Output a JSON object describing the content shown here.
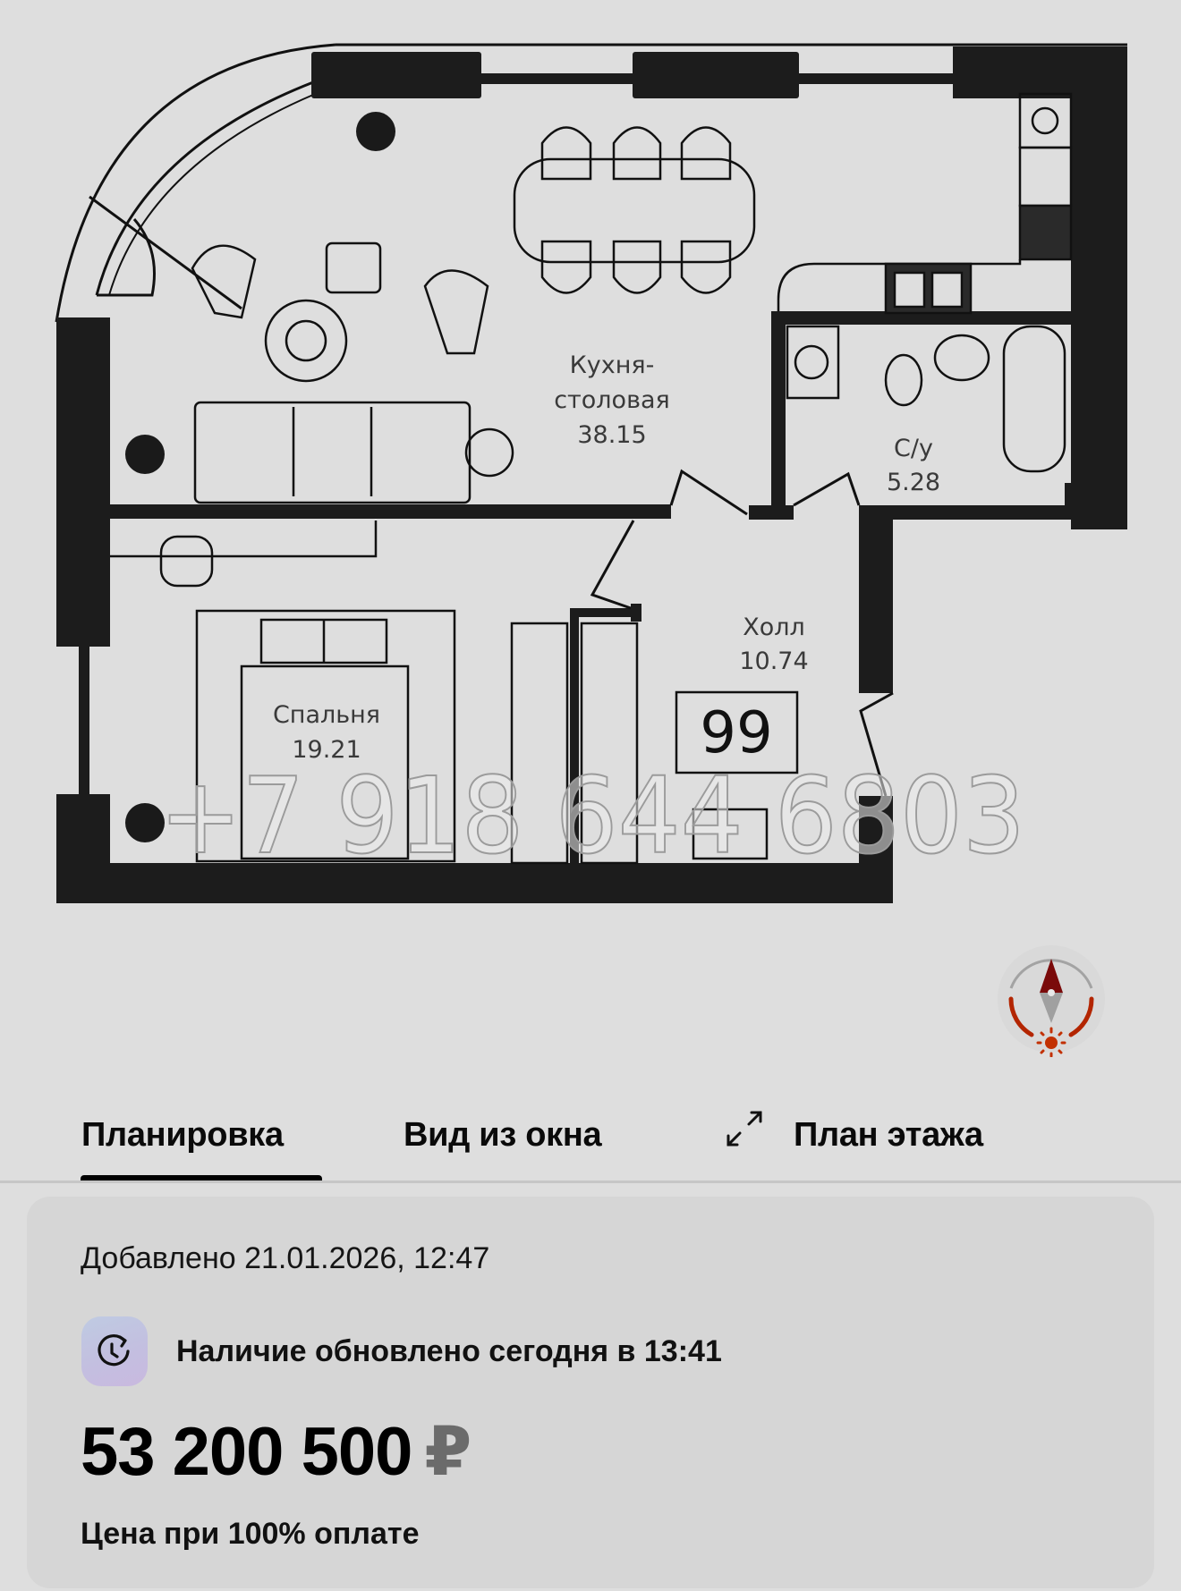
{
  "floor_plan": {
    "rooms": [
      {
        "name": "Кухня-",
        "name2": "столовая",
        "area": "38.15"
      },
      {
        "name": "С/у",
        "area": "5.28"
      },
      {
        "name": "Холл",
        "area": "10.74"
      },
      {
        "name": "Спальня",
        "area": "19.21"
      }
    ],
    "apartment_number": "99",
    "watermark": "+7 918 644 6803"
  },
  "compass": {
    "icon": "compass-sun-icon",
    "north_color": "#8b0000",
    "arc_color": "#b22a00"
  },
  "tabs": [
    {
      "label": "Планировка",
      "active": true
    },
    {
      "label": "Вид из окна",
      "active": false
    },
    {
      "label": "План этажа",
      "active": false,
      "icon": "expand-icon"
    }
  ],
  "info": {
    "added": "Добавлено 21.01.2026, 12:47",
    "availability": "Наличие обновлено сегодня в 13:41",
    "availability_icon": "clock-refresh-icon",
    "price": "53 200 500",
    "currency": "₽",
    "price_note": "Цена при 100% оплате"
  }
}
